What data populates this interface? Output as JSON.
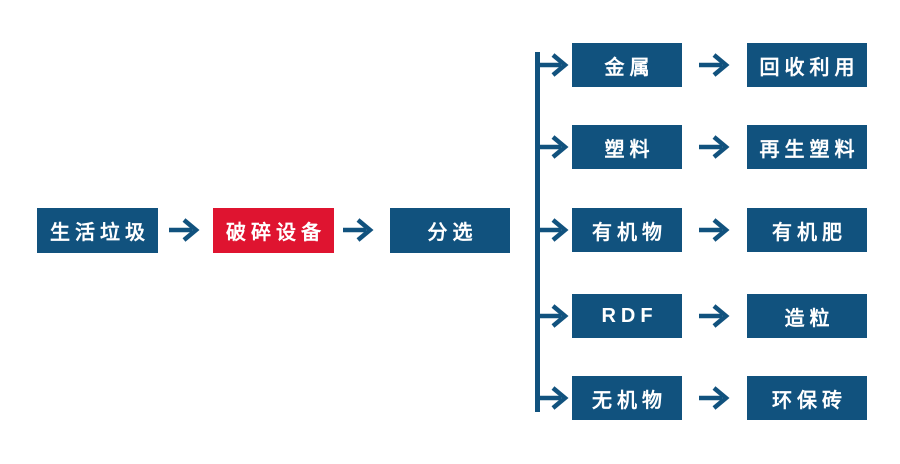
{
  "diagram": {
    "type": "flowchart",
    "colors": {
      "primary_blue": "#11527E",
      "accent_red": "#DF1430",
      "node_text": "#FFFFFF",
      "background": "#FFFFFF"
    },
    "icons": {
      "arrow_right": "→"
    },
    "main_flow": [
      {
        "label": "生活垃圾",
        "color": "blue"
      },
      {
        "label": "破碎设备",
        "color": "red"
      },
      {
        "label": "分选",
        "color": "blue"
      }
    ],
    "branches": [
      {
        "source": "金属",
        "target": "回收利用"
      },
      {
        "source": "塑料",
        "target": "再生塑料"
      },
      {
        "source": "有机物",
        "target": "有机肥"
      },
      {
        "source": "RDF",
        "target": "造粒"
      },
      {
        "source": "无机物",
        "target": "环保砖"
      }
    ]
  }
}
